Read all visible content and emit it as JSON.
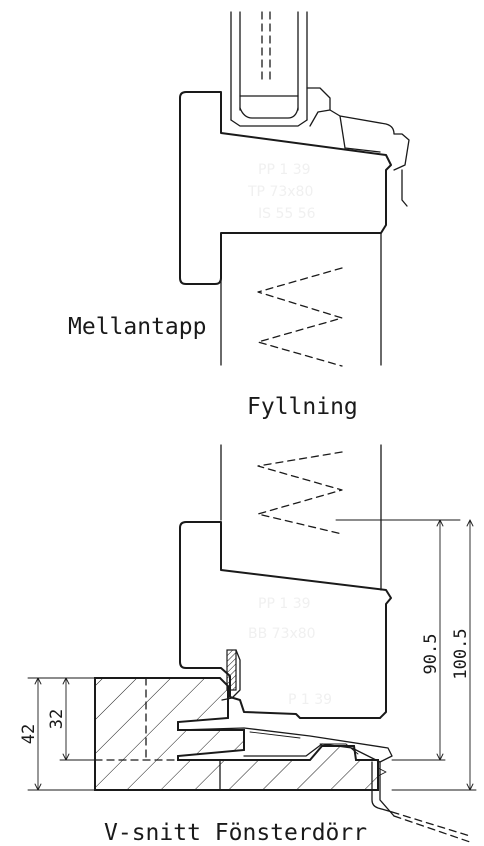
{
  "labels": {
    "mellantapp": "Mellantapp",
    "fyllning": "Fyllning",
    "title": "V-snitt Fönsterdörr"
  },
  "dimensions": {
    "d42": "42",
    "d32": "32",
    "d905": "90.5",
    "d1005": "100.5"
  },
  "ghost_text": {
    "upper_1": "PP 1 39",
    "upper_2": "TP 73x80",
    "upper_3": "IS 55 56",
    "lower_1": "PP 1 39",
    "lower_2": "BB 73x80",
    "lower_3": "P 1 39"
  }
}
